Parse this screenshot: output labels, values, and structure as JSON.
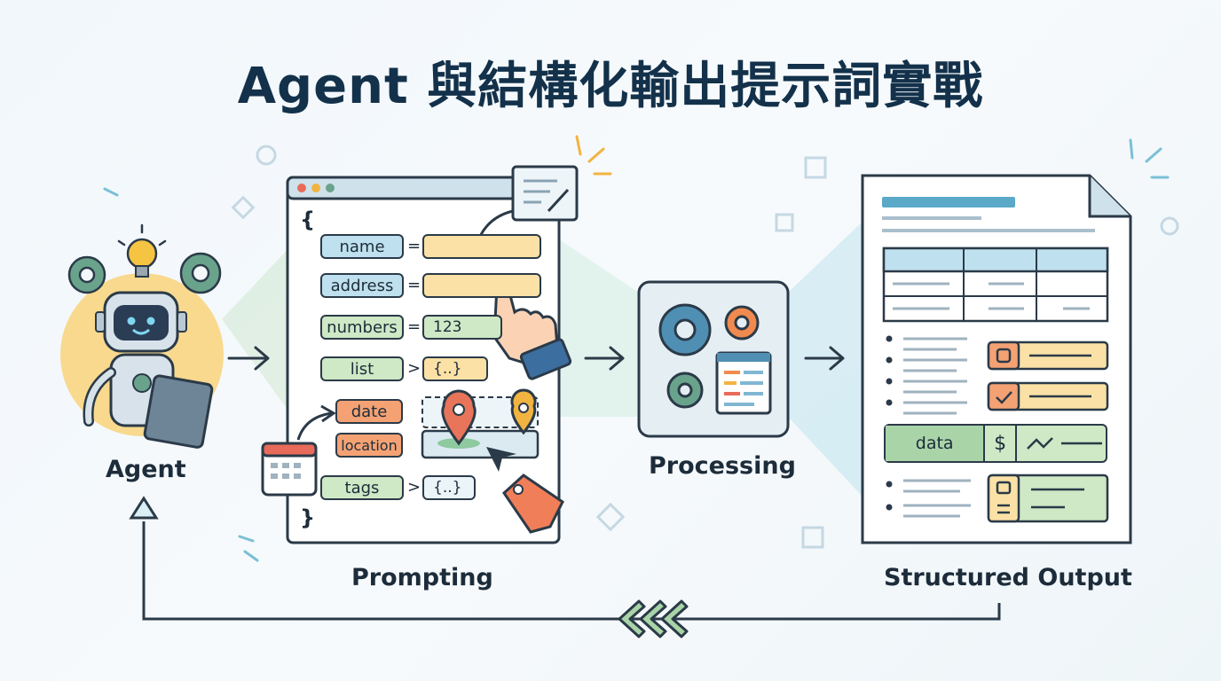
{
  "title": "Agent 與結構化輸出提示詞實戰",
  "stages": {
    "agent": "Agent",
    "prompting": "Prompting",
    "processing": "Processing",
    "output": "Structured Output"
  },
  "prompt_fields": [
    {
      "key": "name",
      "op": "=",
      "value": ""
    },
    {
      "key": "address",
      "op": "=",
      "value": ""
    },
    {
      "key": "numbers",
      "op": "=",
      "value": "123"
    },
    {
      "key": "list",
      "op": ">",
      "value": "{..}"
    },
    {
      "key": "date",
      "op": "",
      "value": ""
    },
    {
      "key": "location",
      "op": "",
      "value": ""
    },
    {
      "key": "tags",
      "op": ">",
      "value": "{..}"
    }
  ],
  "braces": {
    "open": "{",
    "close": "}"
  },
  "output": {
    "data_label": "data",
    "currency_symbol": "$"
  },
  "colors": {
    "blue": "#bfe0ee",
    "green": "#cfe8c5",
    "orange": "#f4a274",
    "yellow": "#fbe1a5",
    "ink": "#2b3a48",
    "accent_teal": "#5aa9c8"
  },
  "icons": [
    "gear-icon",
    "lightbulb-icon",
    "robot-icon",
    "tablet-icon",
    "hand-pointer-icon",
    "calendar-icon",
    "map-pin-icon",
    "tag-icon",
    "note-icon",
    "document-icon",
    "arrow-right-icon",
    "chevrons-left-icon"
  ]
}
